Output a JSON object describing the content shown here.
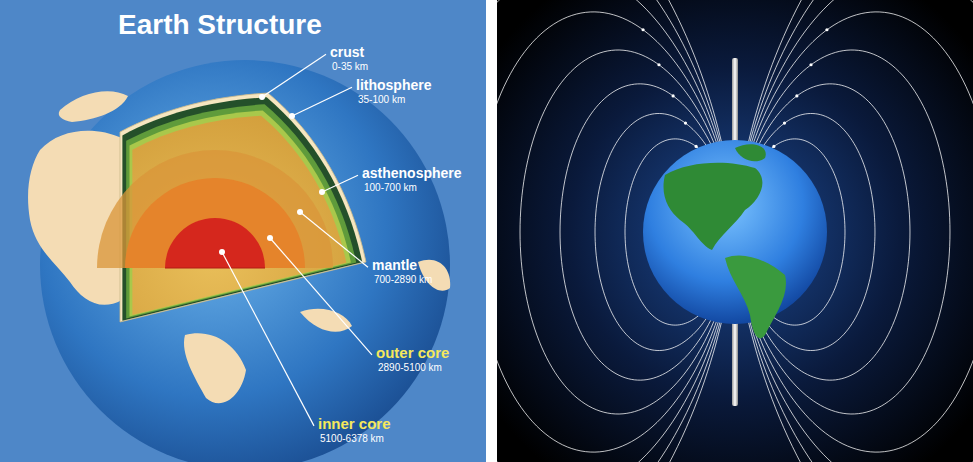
{
  "diagram": {
    "title": "Earth Structure",
    "labels": [
      "crust",
      "0-35 km",
      "lithosphere",
      "35-100 km",
      "asthenosphere",
      "100-700 km",
      "mantle",
      "700-2890 km",
      "outer core",
      "2890-5100 km",
      "inner core",
      "5100-6378 km"
    ]
  }
}
